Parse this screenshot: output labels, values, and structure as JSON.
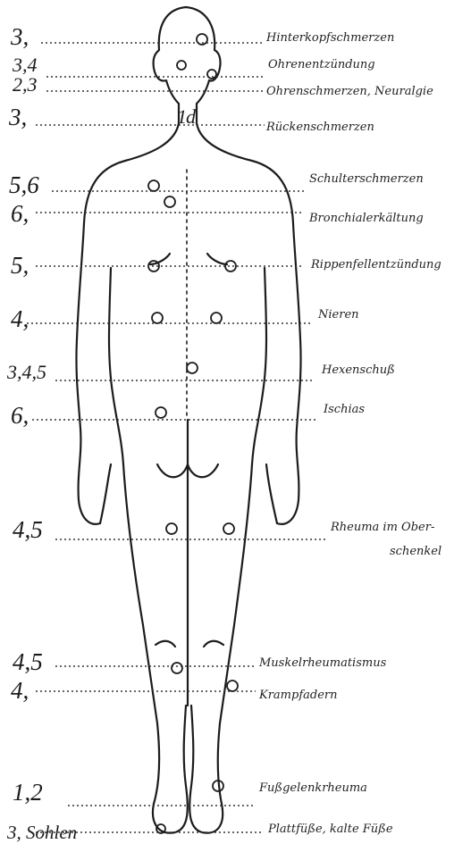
{
  "figure": {
    "rows": [
      {
        "number": "3,",
        "label": "Hinterkopfschmerzen"
      },
      {
        "number": "3,4",
        "label": "Ohrenentzündung"
      },
      {
        "number": "2,3",
        "label": "Ohrenschmerzen, Neuralgie"
      },
      {
        "number": "3,",
        "label": "Rückenschmerzen"
      },
      {
        "number": "5,6",
        "label": "Schulterschmerzen"
      },
      {
        "number": "6,",
        "label": "Bronchialerkältung"
      },
      {
        "number": "5,",
        "label": "Rippenfellentzündung"
      },
      {
        "number": "4,",
        "label": "Nieren"
      },
      {
        "number": "3,4,5",
        "label": "Hexenschuß"
      },
      {
        "number": "6,",
        "label": "Ischias"
      },
      {
        "number": "4,5",
        "label": "Rheuma im Ober-",
        "label2": "schenkel"
      },
      {
        "number": "4,5",
        "label": "Muskelrheumatismus"
      },
      {
        "number": "4,",
        "label": "Krampfadern"
      },
      {
        "number": "1,2",
        "label": "Fußgelenkrheuma"
      },
      {
        "number": "3, Sohlen",
        "label": "Plattfüße, kalte Füße"
      }
    ]
  }
}
